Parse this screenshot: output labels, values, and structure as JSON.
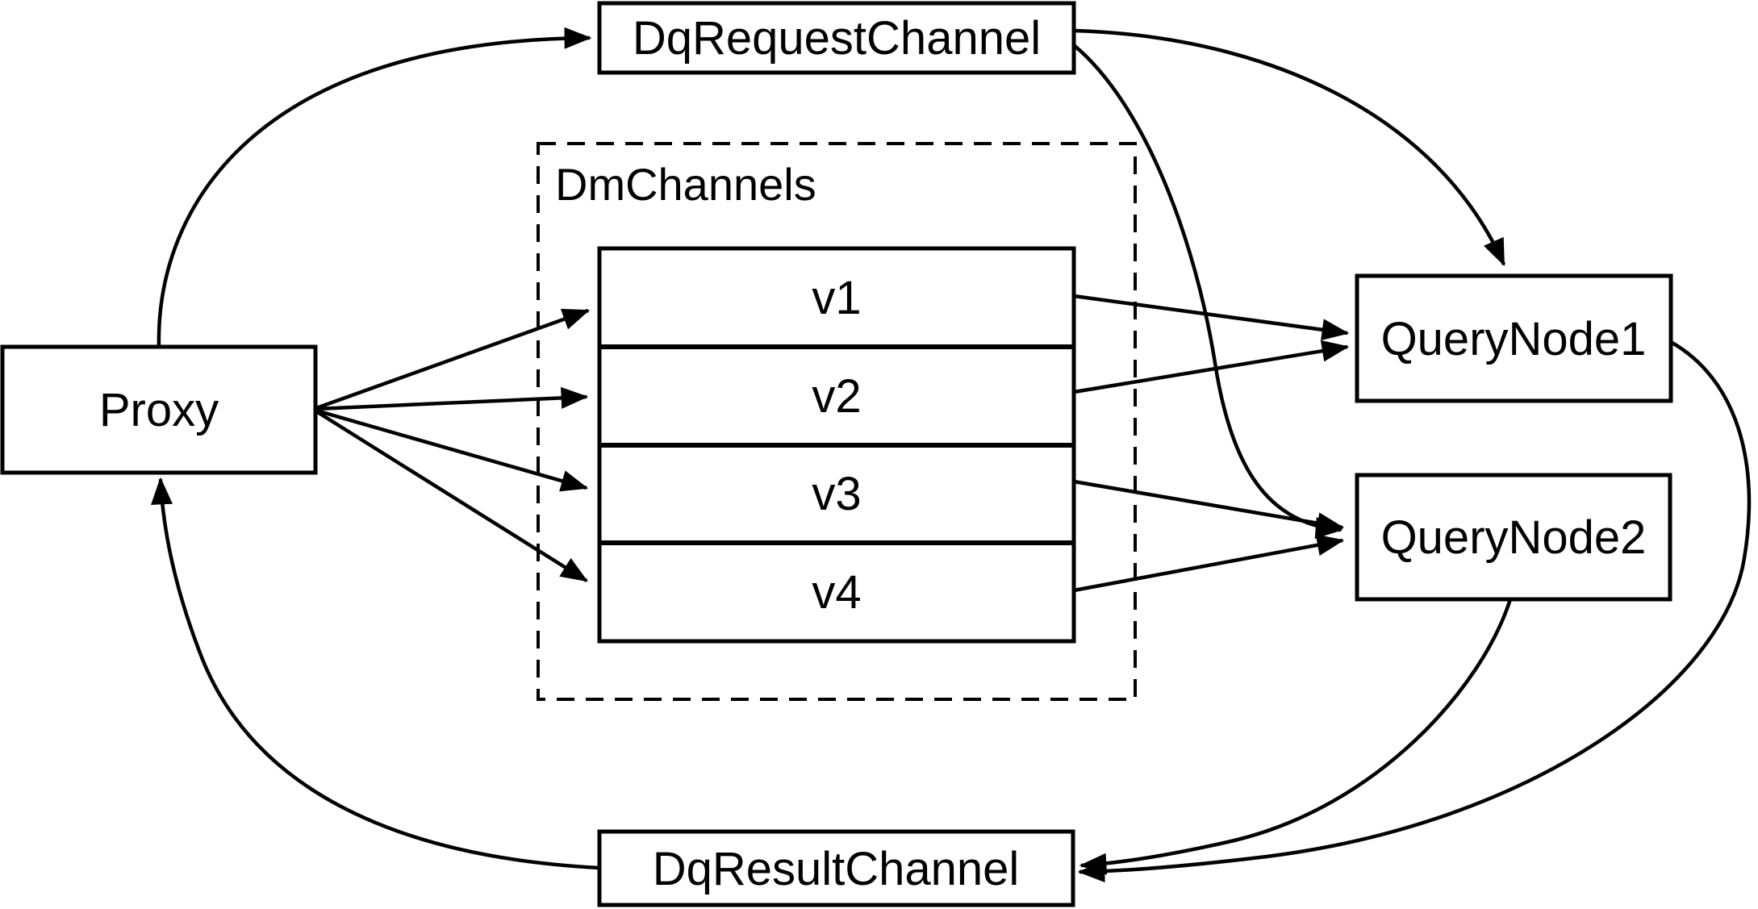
{
  "diagram": {
    "type": "flow-diagram",
    "background_color": "#ffffff",
    "stroke_color": "#000000",
    "nodes": {
      "proxy": {
        "label": "Proxy"
      },
      "dq_request_channel": {
        "label": "DqRequestChannel"
      },
      "dm_channels": {
        "label": "DmChannels",
        "channels": [
          {
            "label": "v1"
          },
          {
            "label": "v2"
          },
          {
            "label": "v3"
          },
          {
            "label": "v4"
          }
        ]
      },
      "query_node_1": {
        "label": "QueryNode1"
      },
      "query_node_2": {
        "label": "QueryNode2"
      },
      "dq_result_channel": {
        "label": "DqResultChannel"
      }
    },
    "edges": [
      {
        "from": "proxy",
        "to": "dq_request_channel"
      },
      {
        "from": "dq_request_channel",
        "to": "query_node_1"
      },
      {
        "from": "dq_request_channel",
        "to": "query_node_2"
      },
      {
        "from": "proxy",
        "to": "v1"
      },
      {
        "from": "proxy",
        "to": "v2"
      },
      {
        "from": "proxy",
        "to": "v3"
      },
      {
        "from": "proxy",
        "to": "v4"
      },
      {
        "from": "v1",
        "to": "query_node_1"
      },
      {
        "from": "v2",
        "to": "query_node_1"
      },
      {
        "from": "v3",
        "to": "query_node_2"
      },
      {
        "from": "v4",
        "to": "query_node_2"
      },
      {
        "from": "query_node_1",
        "to": "dq_result_channel"
      },
      {
        "from": "query_node_2",
        "to": "dq_result_channel"
      },
      {
        "from": "dq_result_channel",
        "to": "proxy"
      }
    ]
  }
}
